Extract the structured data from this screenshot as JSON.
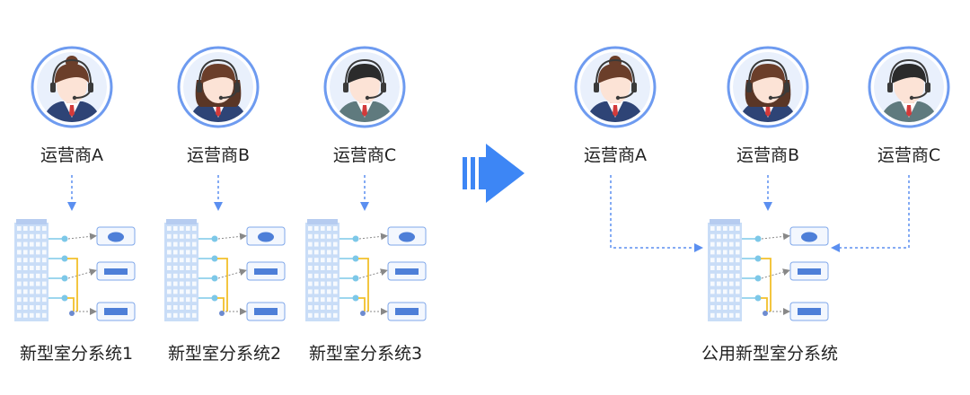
{
  "colors": {
    "accent_blue": "#5B8FF0",
    "ring_blue": "#6E9BF0",
    "arrow_blue": "#3D86F5",
    "connector_yellow": "#F2C02B",
    "node_cyan": "#7DC8E8",
    "building": "#C9DDF7"
  },
  "left": {
    "operators": [
      {
        "label": "运营商A",
        "avatar": "female-agent-bun"
      },
      {
        "label": "运营商B",
        "avatar": "female-agent-long-hair"
      },
      {
        "label": "运营商C",
        "avatar": "male-agent"
      }
    ],
    "systems": [
      {
        "label": "新型室分系统1"
      },
      {
        "label": "新型室分系统2"
      },
      {
        "label": "新型室分系统3"
      }
    ]
  },
  "transition_icon": "right-arrow-icon",
  "right": {
    "operators": [
      {
        "label": "运营商A",
        "avatar": "female-agent-bun"
      },
      {
        "label": "运营商B",
        "avatar": "female-agent-long-hair"
      },
      {
        "label": "运营商C",
        "avatar": "male-agent"
      }
    ],
    "system": {
      "label": "公用新型室分系统"
    }
  }
}
